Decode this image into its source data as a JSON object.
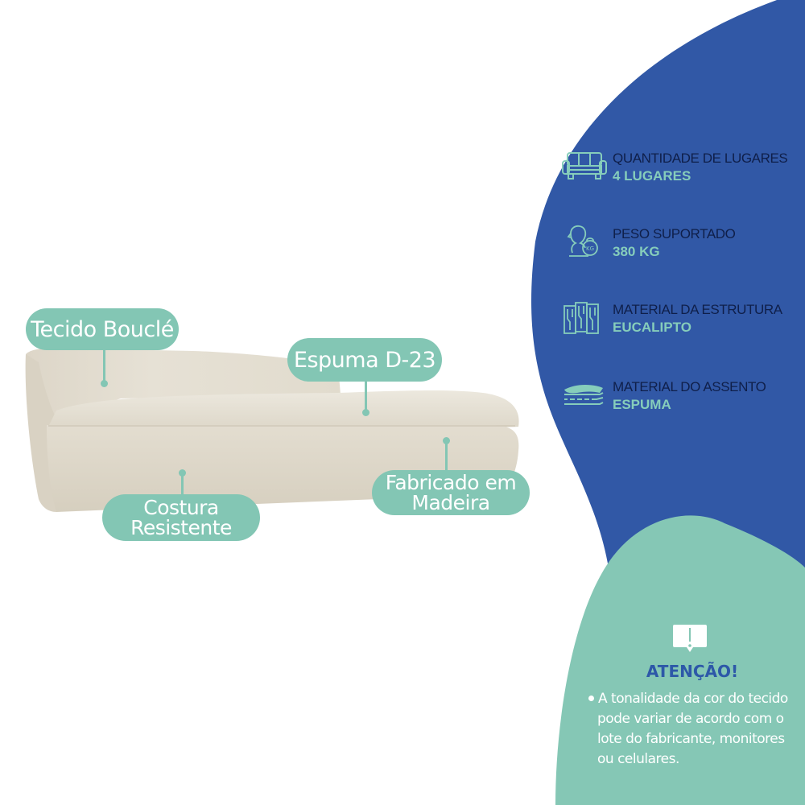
{
  "colors": {
    "background": "#ffffff",
    "blue_panel": "#3158a6",
    "mint_panel": "#85c7b5",
    "callout": "#83c6b4",
    "spec_label": "#0f1f4a",
    "spec_value": "#86cdbb",
    "attention_title": "#2d58a8",
    "sofa_fabric": "#e4dfd3"
  },
  "product": {
    "image_alt": "sofa-chaise-boucle",
    "callouts": [
      {
        "id": "tecido",
        "lines": [
          "Tecido Bouclé"
        ]
      },
      {
        "id": "espuma",
        "lines": [
          "Espuma D-23"
        ]
      },
      {
        "id": "costura",
        "lines": [
          "Costura",
          "Resistente"
        ]
      },
      {
        "id": "fabricado",
        "lines": [
          "Fabricado em",
          "Madeira"
        ]
      }
    ]
  },
  "specs": [
    {
      "icon": "sofa-icon",
      "label": "QUANTIDADE DE LUGARES",
      "value": "4 LUGARES"
    },
    {
      "icon": "weight-person-icon",
      "label": "PESO SUPORTADO",
      "value": "380 KG"
    },
    {
      "icon": "wood-planks-icon",
      "label": "MATERIAL DA ESTRUTURA",
      "value": "EUCALIPTO"
    },
    {
      "icon": "foam-layers-icon",
      "label": "MATERIAL DO ASSENTO",
      "value": "ESPUMA"
    }
  ],
  "attention": {
    "icon": "alert-note-icon",
    "title": "ATENÇÃO!",
    "lines": [
      "A tonalidade da cor do tecido",
      "pode variar de acordo com o",
      "lote do fabricante, monitores",
      "ou celulares."
    ]
  }
}
